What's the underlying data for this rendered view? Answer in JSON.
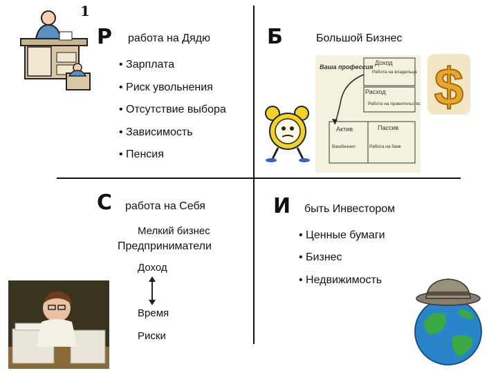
{
  "top_left_mark": "1",
  "quadrants": {
    "r": {
      "letter": "Р",
      "title": "работа на Дядю",
      "bullets": [
        "Зарплата",
        "Риск увольнения",
        "Отсутствие выбора",
        "Зависимость",
        "Пенсия"
      ]
    },
    "b": {
      "letter": "Б",
      "title": "Большой Бизнес",
      "diagram": {
        "your_profession": "Ваша профессия",
        "income": "Доход",
        "work_for_owner": "Работа на владельца",
        "expense": "Расход",
        "work_for_government": "Работа на правительство",
        "asset": "Актив",
        "liability": "Пассив",
        "your_business": "Вашбизнес",
        "work_for_bank": "Работа на банк"
      }
    },
    "s": {
      "letter": "С",
      "title": "работа на Себя",
      "small_business": "Мелкий бизнес",
      "entrepreneurs": "Предприниматели",
      "income": "Доход",
      "time": "Время",
      "risks": "Риски"
    },
    "i": {
      "letter": "И",
      "title": "быть Инвестором",
      "bullets": [
        "Ценные бумаги",
        "Бизнес",
        "Недвижимость"
      ]
    }
  },
  "colors": {
    "gold": "#e8a62a",
    "ocean": "#2a84c9",
    "land": "#3aa845",
    "diagram_bg": "#f4f1df"
  }
}
